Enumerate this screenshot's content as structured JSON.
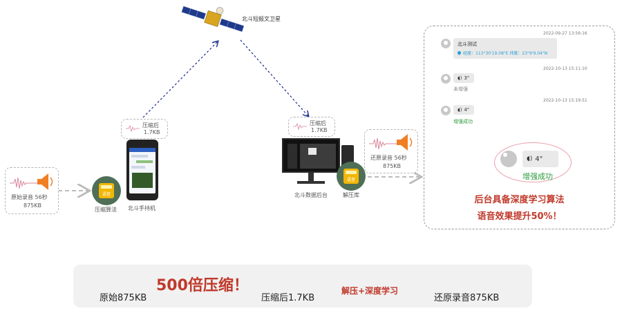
{
  "satellite": {
    "label": "北斗短报文卫星"
  },
  "original": {
    "line1": "原始录音 56秒",
    "line2": "875KB"
  },
  "compress_alg": {
    "label": "压缩算法",
    "chip": "语音"
  },
  "handheld": {
    "label": "北斗手持机"
  },
  "compressed_left": {
    "line1": "压缩后",
    "line2": "1.7KB"
  },
  "compressed_right": {
    "line1": "压缩后",
    "line2": "1.7KB"
  },
  "backend": {
    "label": "北斗数据后台"
  },
  "decompress_lib": {
    "label": "解压库",
    "chip": "语音"
  },
  "restored": {
    "line1": "还原录音 56秒",
    "line2": "875KB"
  },
  "chat": {
    "msg1": {
      "time": "2022-09-27 13:56:16",
      "title": "北斗测试",
      "location": "经度：113°30'19.08\"E  纬度：23°9'9.04\"N"
    },
    "msg2": {
      "time": "2022-10-13 15:11:10",
      "duration": "3\"",
      "status": "未增强"
    },
    "msg3": {
      "time": "2022-10-13 15:19:51",
      "duration": "4\"",
      "status": "增强成功"
    },
    "zoom": {
      "duration": "4\"",
      "status": "增强成功"
    }
  },
  "backend_note": {
    "line1": "后台具备深度学习算法",
    "line2": "语音效果提升50%！"
  },
  "bottom": {
    "original": "原始875KB",
    "ratio": "500倍压缩！",
    "compressed": "压缩后1.7KB",
    "decomp": "解压+深度学习",
    "restored": "还原录音875KB"
  },
  "colors": {
    "accent_red": "#c0392b",
    "link_blue": "#1a2b8c",
    "chip_yellow": "#f2b705",
    "circle_green": "#4f6f56",
    "success_green": "#2e9b3e"
  }
}
